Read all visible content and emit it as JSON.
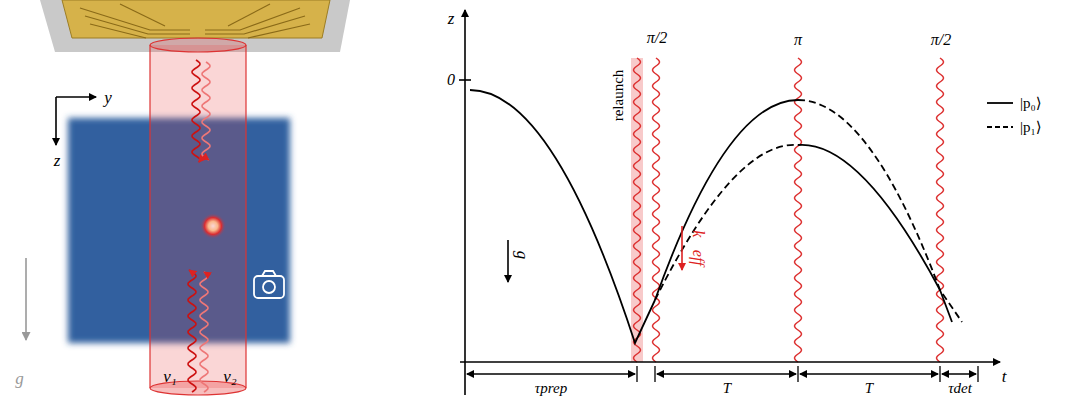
{
  "diagram": {
    "labels": [
      "y",
      "z",
      "g⃗",
      "ν₁",
      "ν₂",
      "z",
      "0",
      "relaunch",
      "π/2",
      "π",
      "π/2",
      "g⃗",
      "k⃗eff",
      "τprep",
      "T",
      "T",
      "τdet",
      "t"
    ],
    "legend": [
      {
        "text": "|p₀⟩"
      },
      {
        "text": "|p₁⟩"
      }
    ]
  }
}
